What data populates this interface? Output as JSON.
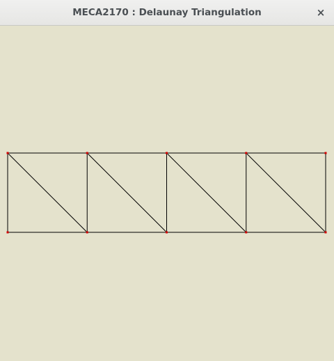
{
  "window": {
    "title": "MECA2170 : Delaunay Triangulation",
    "close_glyph": "×"
  },
  "canvas": {
    "background": "#e4e2cc",
    "edge_color": "#000000",
    "vertex_color": "#d40000",
    "mesh": {
      "columns": 4,
      "rows": 1,
      "diagonal": "top-left-to-bottom-right"
    }
  }
}
